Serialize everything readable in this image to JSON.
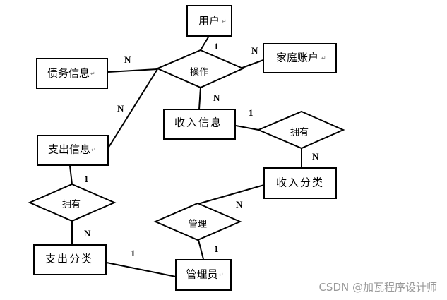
{
  "entities": {
    "user": "用户",
    "family_account": "家庭账户",
    "debt_info": "债务信息",
    "income_info": "收入信息",
    "expense_info": "支出信息",
    "income_category": "收入分类",
    "expense_category": "支出分类",
    "admin": "管理员"
  },
  "relationships": {
    "operate": "操作",
    "has_income": "拥有",
    "has_expense": "拥有",
    "manage": "管理"
  },
  "cardinalities": {
    "operate_user": "1",
    "operate_account": "N",
    "operate_debt": "N",
    "operate_expense": "N",
    "operate_income": "N",
    "has_income_info": "1",
    "has_income_cat": "N",
    "has_expense_info": "1",
    "has_expense_cat": "N",
    "manage_income_cat": "N",
    "manage_admin": "1",
    "expense_cat_admin": "1"
  },
  "pilcrow": "↵",
  "watermark": "CSDN @加瓦程序设计师"
}
